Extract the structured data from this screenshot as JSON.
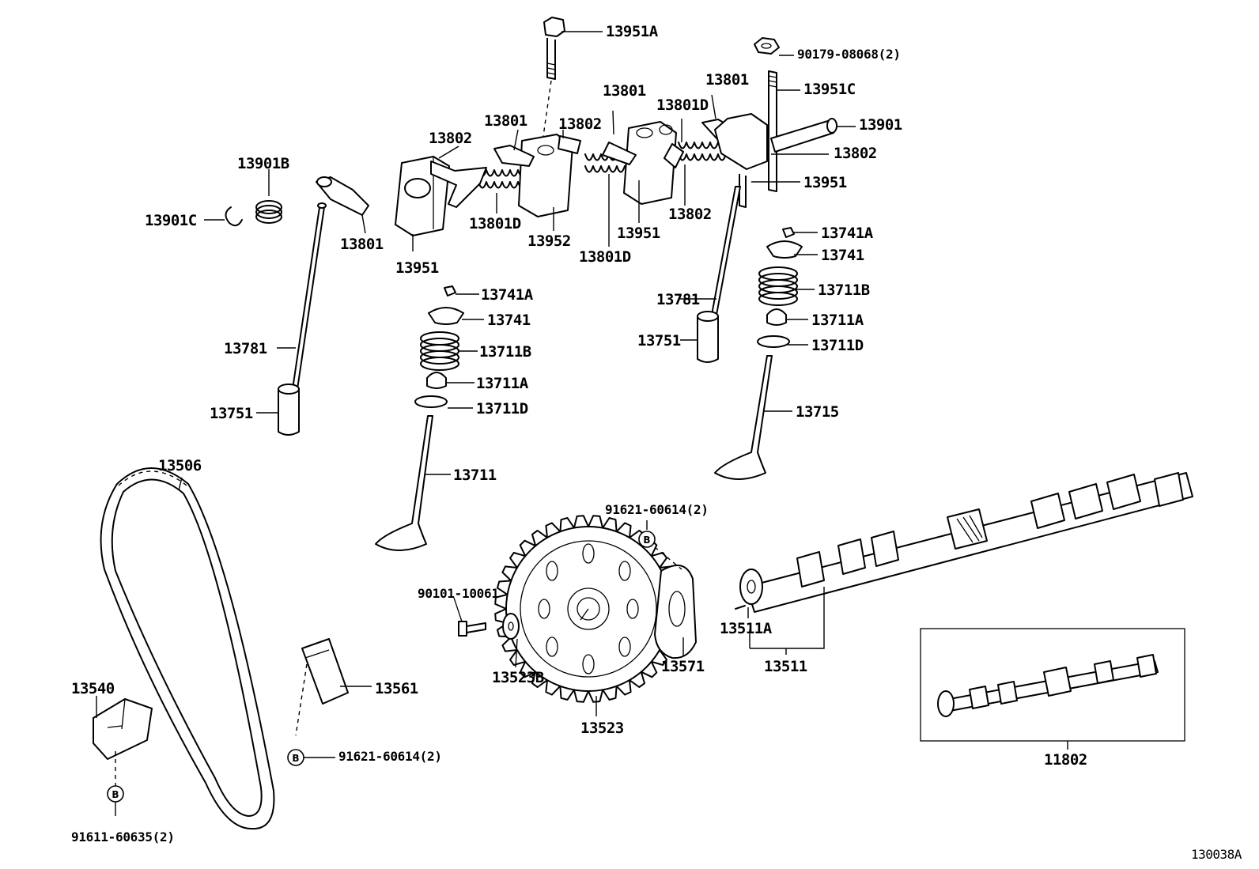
{
  "figure_code": "130038A",
  "marker_letter": "B",
  "labels": {
    "p13951A": "13951A",
    "p90179": "90179-08068(2)",
    "p13951C": "13951C",
    "p13801_a": "13801",
    "p13801_b": "13801",
    "p13801_c": "13801",
    "p13801_d": "13801",
    "p13801D_a": "13801D",
    "p13801D_b": "13801D",
    "p13801D_c": "13801D",
    "p13901": "13901",
    "p13802_a": "13802",
    "p13802_b": "13802",
    "p13802_c": "13802",
    "p13802_d": "13802",
    "p13951_a": "13951",
    "p13951_b": "13951",
    "p13951_c": "13951",
    "p13952": "13952",
    "p13901B": "13901B",
    "p13901C": "13901C",
    "p13741A_a": "13741A",
    "p13741A_b": "13741A",
    "p13741_a": "13741",
    "p13741_b": "13741",
    "p13711B_a": "13711B",
    "p13711B_b": "13711B",
    "p13711A_a": "13711A",
    "p13711A_b": "13711A",
    "p13711D_a": "13711D",
    "p13711D_b": "13711D",
    "p13781_a": "13781",
    "p13781_b": "13781",
    "p13751_a": "13751",
    "p13751_b": "13751",
    "p13715": "13715",
    "p13711": "13711",
    "p13506": "13506",
    "p91621_a": "91621-60614(2)",
    "p91621_b": "91621-60614(2)",
    "p90101": "90101-10061",
    "p13523B": "13523B",
    "p13523": "13523",
    "p13571": "13571",
    "p13511A": "13511A",
    "p13511": "13511",
    "p11802": "11802",
    "p13540": "13540",
    "p13561": "13561",
    "p91611": "91611-60635(2)"
  }
}
